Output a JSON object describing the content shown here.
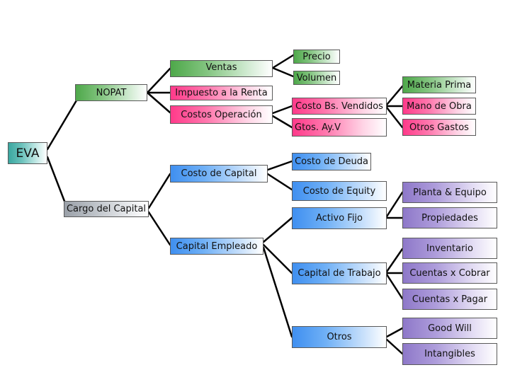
{
  "nodes": {
    "eva": "EVA",
    "nopat": "NOPAT",
    "cargo_capital": "Cargo del  Capital",
    "ventas": "Ventas",
    "impuesto_renta": "Impuesto a la Renta",
    "costos_operacion": "Costos Operación",
    "costo_capital": "Costo de Capital",
    "capital_empleado": "Capital  Empleado",
    "precio": "Precio",
    "volumen": "Volumen",
    "costo_bs_vendidos": "Costo Bs. Vendidos",
    "gtos_ayv": "Gtos. Ay.V",
    "costo_deuda": "Costo de Deuda",
    "costo_equity": "Costo de Equity",
    "activo_fijo": "Activo Fijo",
    "capital_trabajo": "Capital de Trabajo",
    "otros": "Otros",
    "materia_prima": "Materia Prima",
    "mano_obra": "Mano de Obra",
    "otros_gastos": "Otros Gastos",
    "planta_equipo": "Planta & Equipo",
    "propiedades": "Propiedades",
    "inventario": "Inventario",
    "cuentas_cobrar": "Cuentas x  Cobrar",
    "cuentas_pagar": "Cuentas  x  Pagar",
    "good_will": "Good Will",
    "intangibles": "Intangibles"
  },
  "colors": {
    "blue": "#3f8ff0",
    "green": "#4ea84a",
    "pink": "#ff3a8a",
    "teal": "#3aa7a0",
    "gray": "#9aa0a8",
    "purple": "#8e78c9",
    "connector": "#000000"
  }
}
